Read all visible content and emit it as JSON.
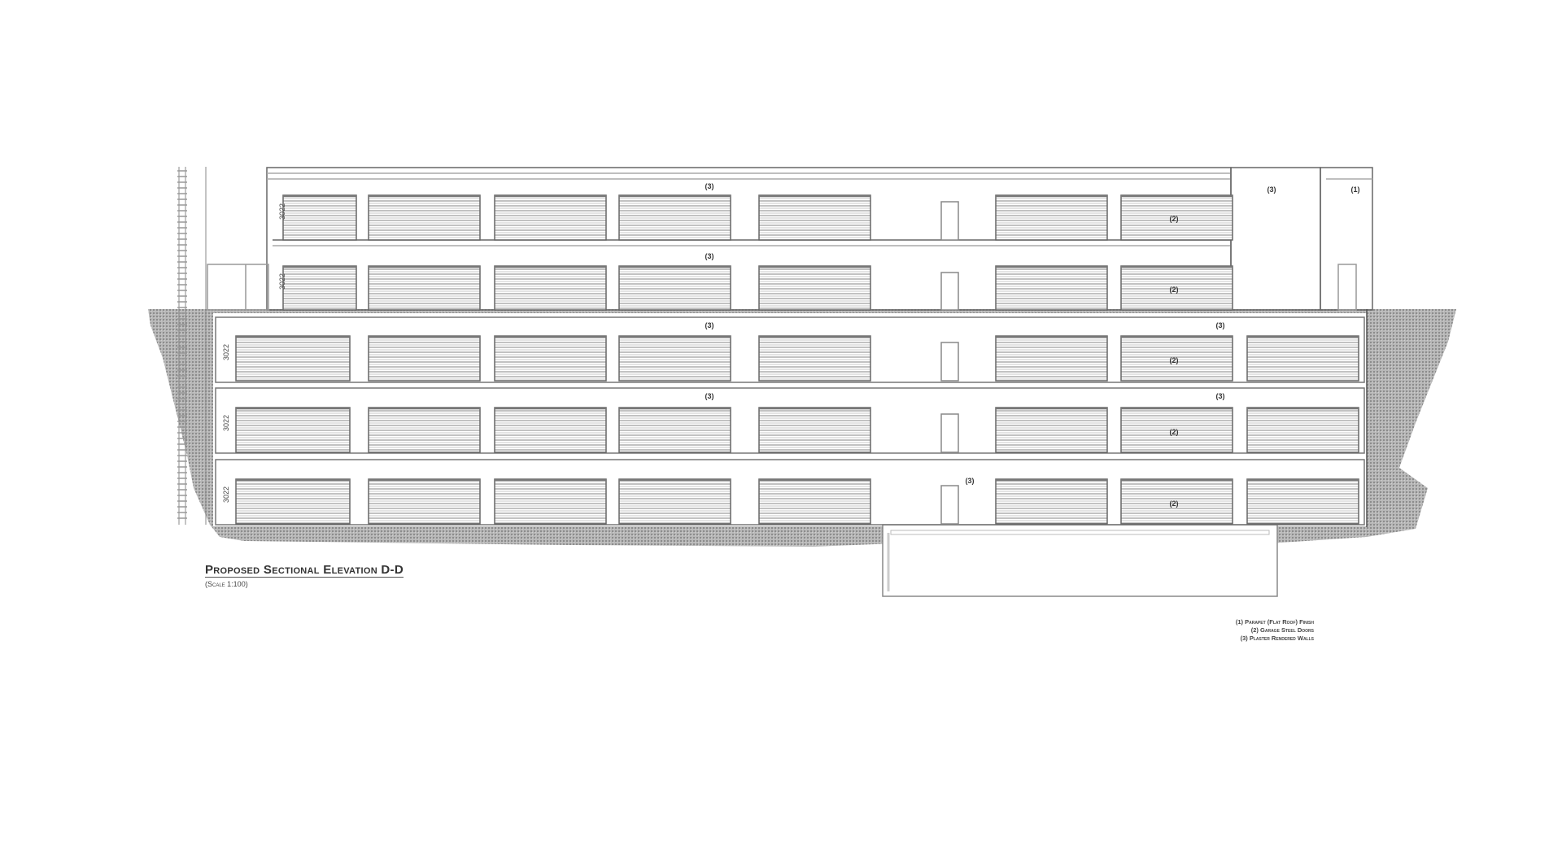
{
  "drawing": {
    "title": "Proposed Sectional Elevation D-D",
    "scale": "(Scale 1:100)",
    "dimension_label": "3022",
    "callouts": {
      "roof": "(1)",
      "doors": "(2)",
      "walls": "(3)"
    },
    "legend": [
      "(1) Parapet (Flat Roof) Finish",
      "(2) Garage Steel Doors",
      "(3) Plaster Rendered Walls"
    ],
    "levels": [
      {
        "name": "level-5",
        "doors": 7,
        "dimension": "3022"
      },
      {
        "name": "level-4",
        "doors": 7,
        "dimension": "3022"
      },
      {
        "name": "level-3",
        "doors": 8,
        "dimension": "3022"
      },
      {
        "name": "level-2",
        "doors": 8,
        "dimension": "3022"
      },
      {
        "name": "level-1",
        "doors": 8,
        "dimension": "3022"
      }
    ],
    "colors": {
      "line": "#555555",
      "light_line": "#aaaaaa",
      "hatch": "#9a9a9a",
      "background": "#ffffff"
    }
  }
}
